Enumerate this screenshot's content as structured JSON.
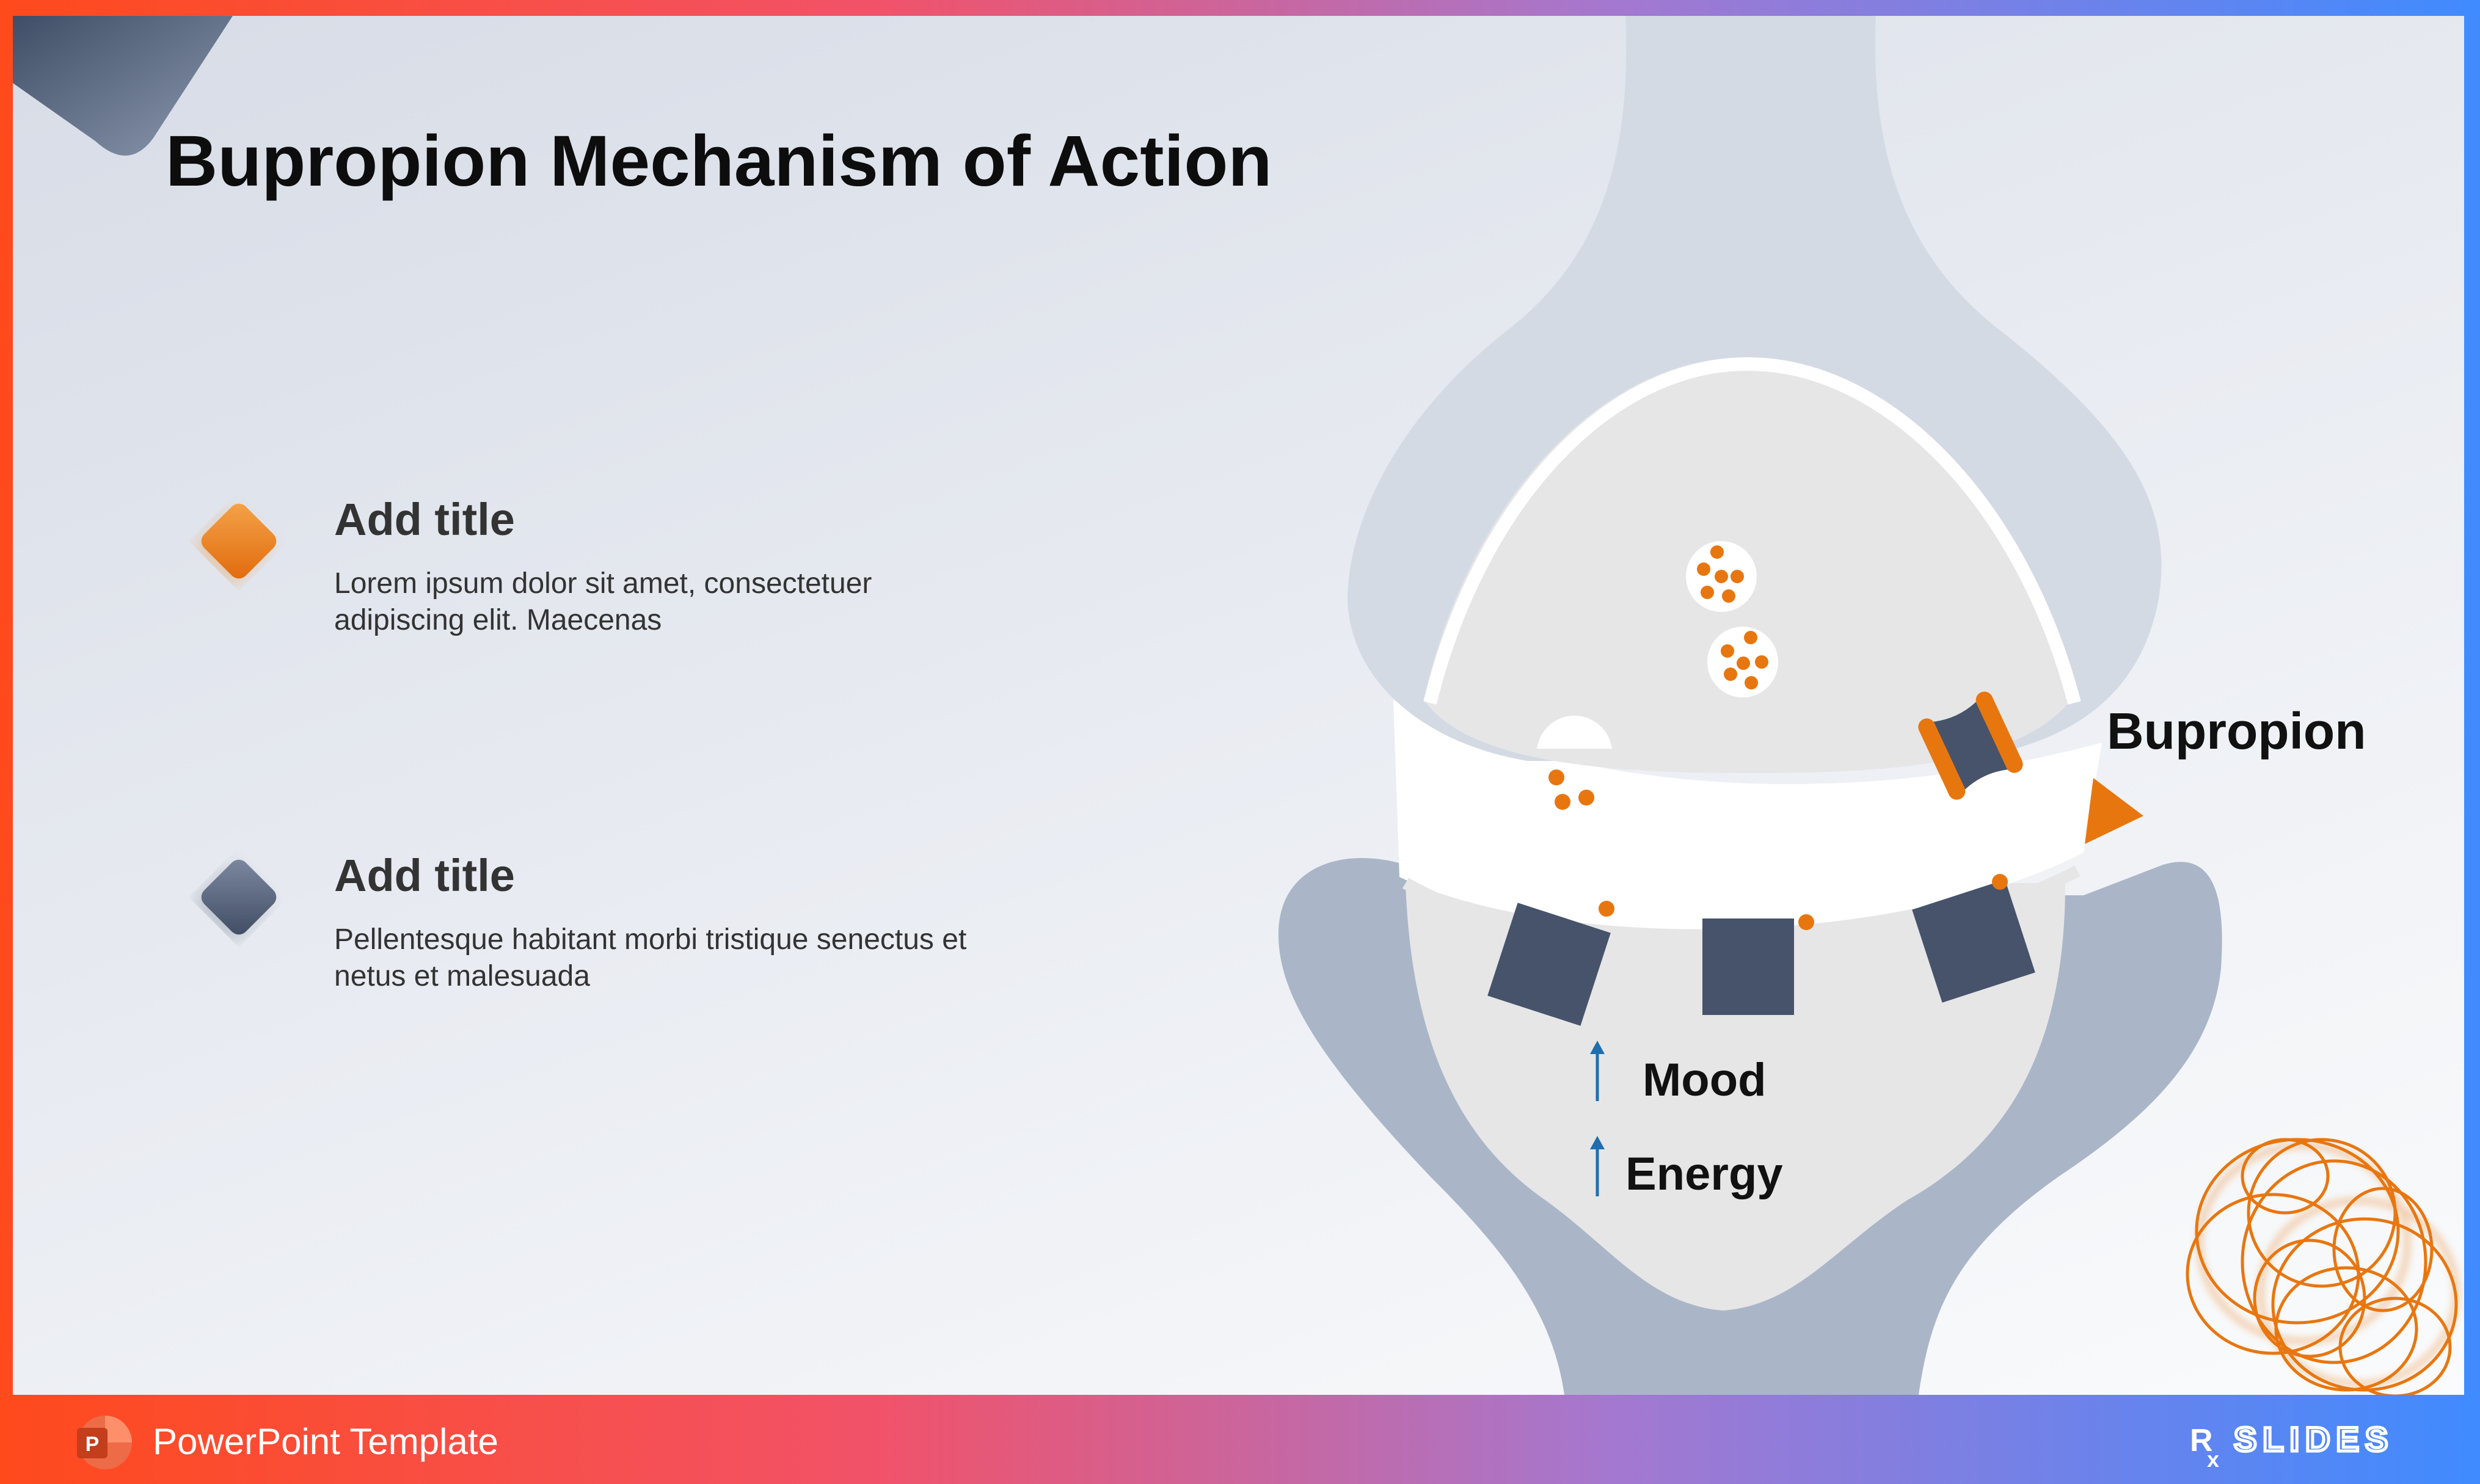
{
  "slide": {
    "title": "Bupropion Mechanism of Action",
    "items": [
      {
        "title": "Add title",
        "body": "Lorem ipsum dolor sit amet, consectetuer adipiscing elit. Maecenas",
        "icon": "orange-diamond-icon",
        "color": "#e8760f"
      },
      {
        "title": "Add title",
        "body": "Pellentesque habitant morbi tristique senectus et netus et malesuada",
        "icon": "slate-diamond-icon",
        "color": "#46536b"
      }
    ],
    "diagram": {
      "drug_label": "Bupropion",
      "effects": [
        "Mood",
        "Energy"
      ]
    }
  },
  "footer": {
    "label": "PowerPoint Template",
    "app_icon": "powerpoint-icon",
    "brand": "RX SLIDES"
  },
  "colors": {
    "accent_orange": "#e8760f",
    "slate": "#46536b",
    "arrow_blue": "#1f6fb0",
    "neuron_light": "#d4dae4",
    "neuron_post": "#aab6c8"
  }
}
